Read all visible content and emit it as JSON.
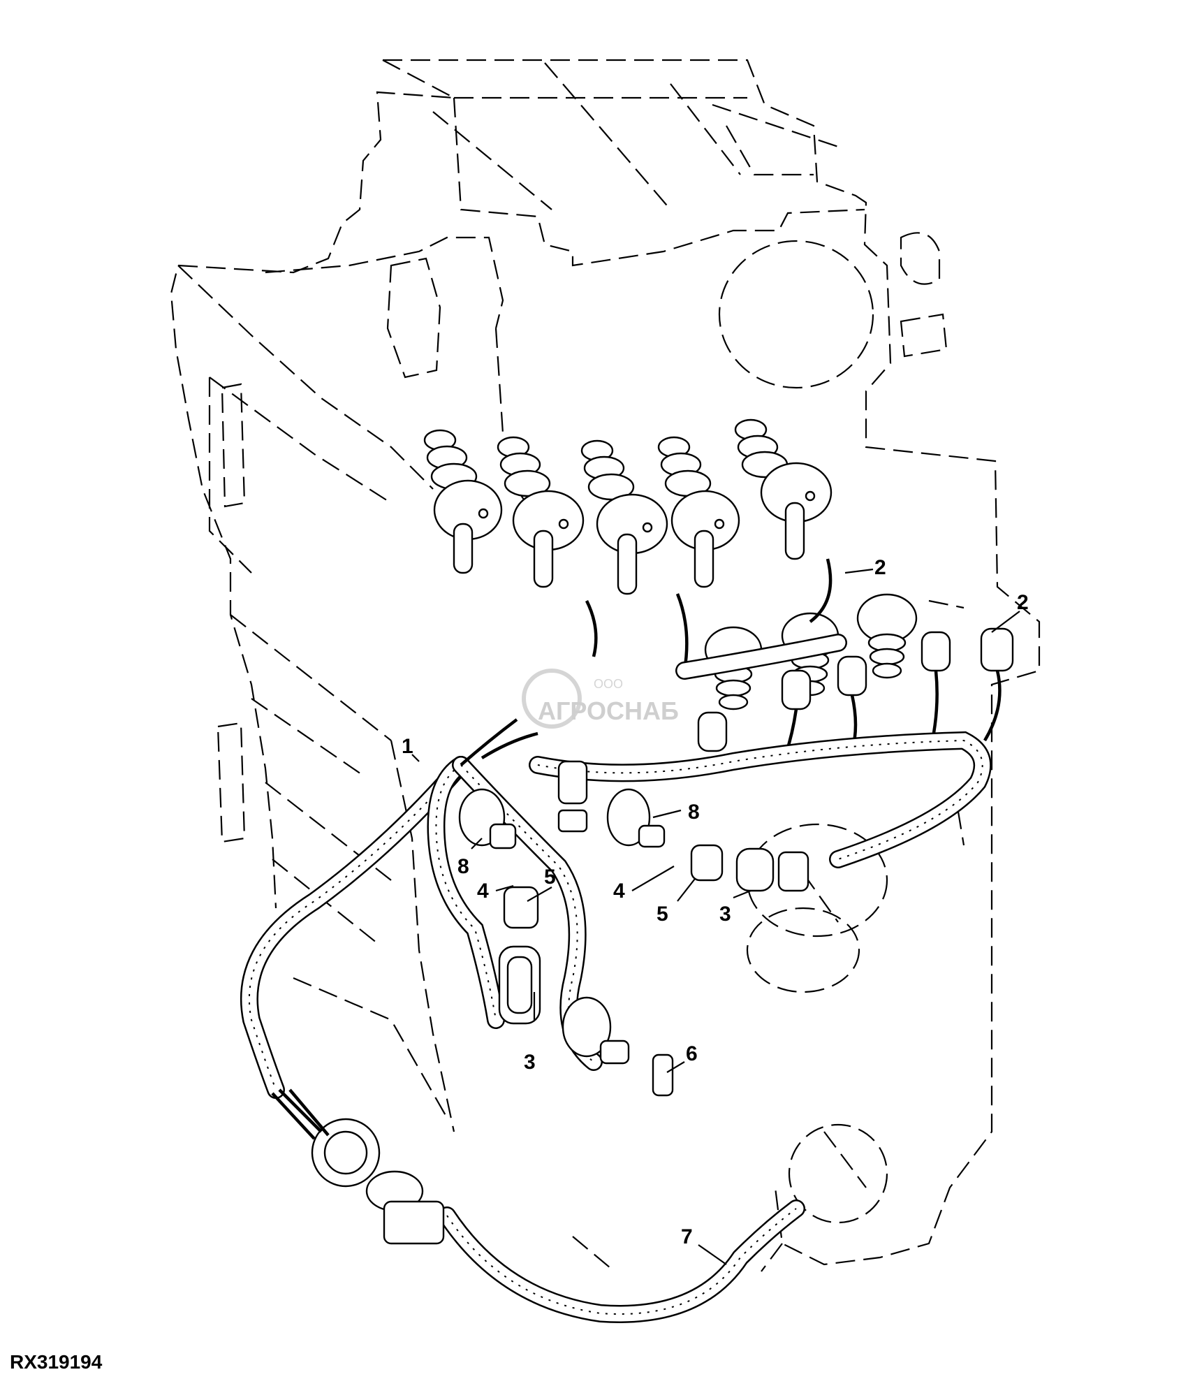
{
  "figure": {
    "id": "RX319194",
    "watermark": {
      "small": "ООО",
      "brand": "АГРОСНАБ"
    }
  },
  "callouts": [
    "1",
    "2",
    "2",
    "3",
    "3",
    "4",
    "4",
    "5",
    "5",
    "6",
    "7",
    "8",
    "8"
  ],
  "icons": [
    "transmission-housing-outline",
    "solenoid-valve",
    "wiring-harness",
    "connector",
    "pressure-sensor"
  ]
}
